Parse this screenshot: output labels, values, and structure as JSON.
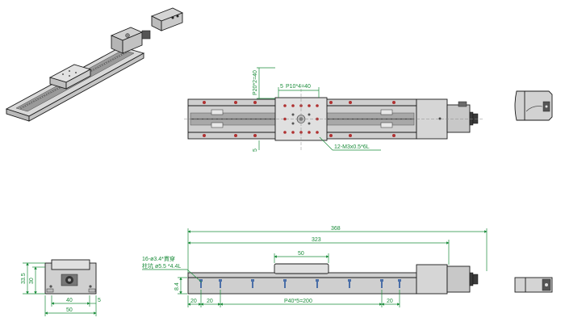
{
  "top_view": {
    "pitch_vertical": "P20*2=40",
    "pitch_horizontal": "P10*4=40",
    "small_offset_left": "5",
    "small_offset_bottom": "5",
    "thread_callout": "12-M3x0.5*6L"
  },
  "end_view": {
    "height_total": "33.5",
    "height_inner": "30",
    "width_inner": "40",
    "width_total": "50",
    "offset": "5"
  },
  "side_view": {
    "total_length": "368",
    "rail_length": "323",
    "carriage_length": "50",
    "hole_note_1": "16-ø3.4*貫穿",
    "hole_note_2": "柱坑 ø5.5 *4.4L",
    "rail_height": "8.4",
    "edge_left_1": "20",
    "edge_left_2": "20",
    "hole_pitch": "P40*5=200",
    "edge_right": "20"
  },
  "colors": {
    "dimension": "#1a8c3a",
    "outline": "#1a1a1a",
    "body": "#c9c9c9",
    "carriage": "#d9d9d9",
    "hole": "#b03030",
    "motor": "#3a3a3a"
  }
}
